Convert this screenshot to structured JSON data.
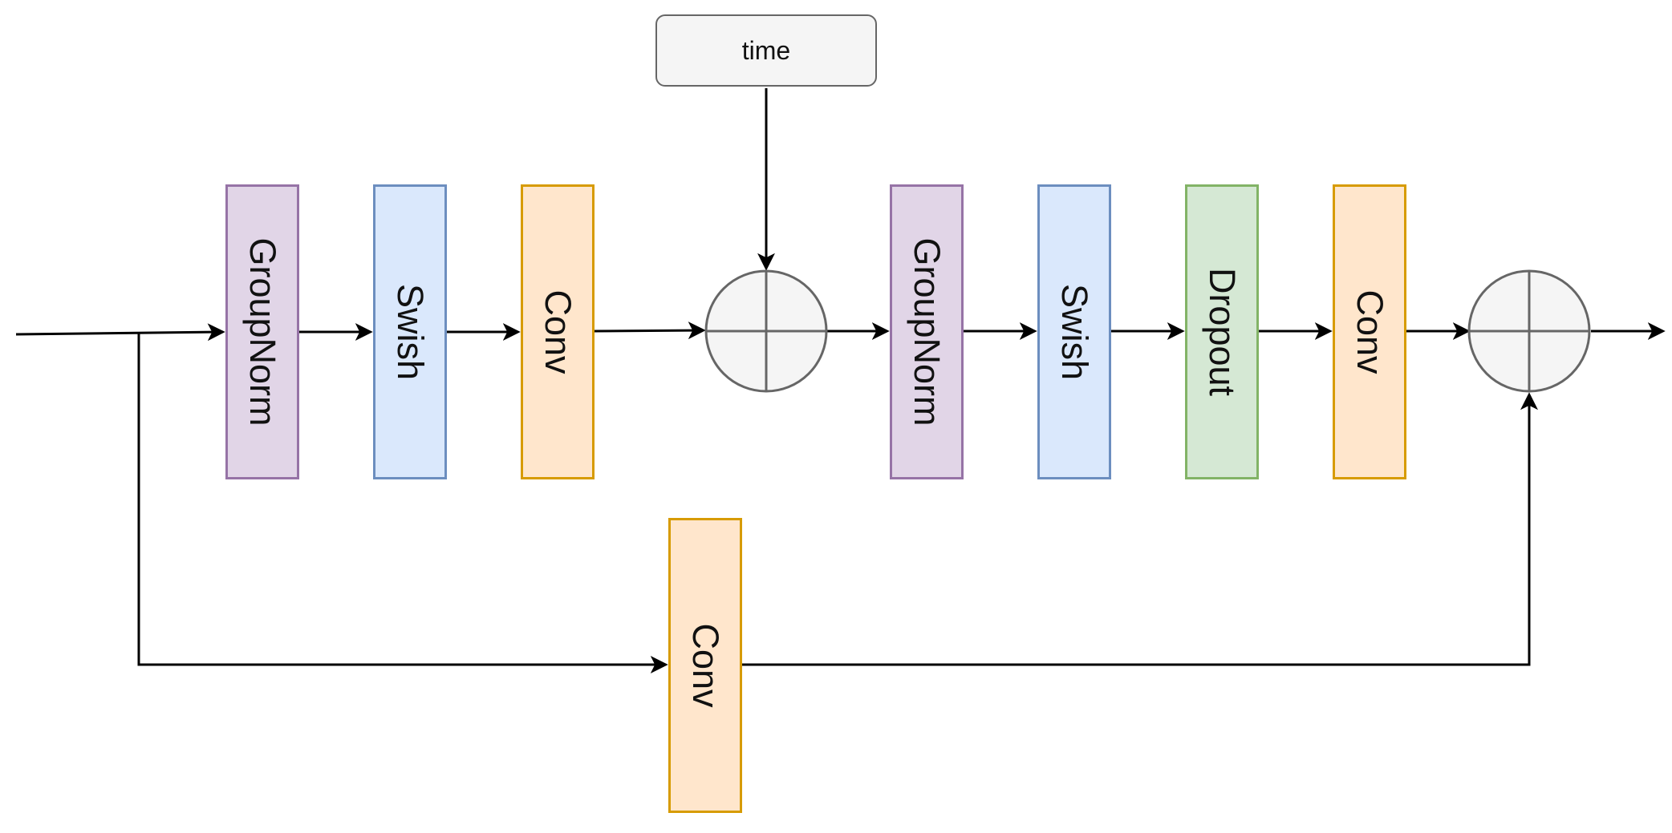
{
  "time_node": {
    "label": "time"
  },
  "main_path": [
    {
      "id": "groupnorm-1",
      "label": "GroupNorm",
      "color_fill": "#e1d5e7",
      "color_stroke": "#9673a6"
    },
    {
      "id": "swish-1",
      "label": "Swish",
      "color_fill": "#dae8fc",
      "color_stroke": "#6c8ebf"
    },
    {
      "id": "conv-1",
      "label": "Conv",
      "color_fill": "#ffe6cc",
      "color_stroke": "#d79b00"
    },
    {
      "id": "groupnorm-2",
      "label": "GroupNorm",
      "color_fill": "#e1d5e7",
      "color_stroke": "#9673a6"
    },
    {
      "id": "swish-2",
      "label": "Swish",
      "color_fill": "#dae8fc",
      "color_stroke": "#6c8ebf"
    },
    {
      "id": "dropout",
      "label": "Dropout",
      "color_fill": "#d5e8d4",
      "color_stroke": "#82b366"
    },
    {
      "id": "conv-2",
      "label": "Conv",
      "color_fill": "#ffe6cc",
      "color_stroke": "#d79b00"
    }
  ],
  "skip_path": [
    {
      "id": "conv-skip",
      "label": "Conv",
      "color_fill": "#ffe6cc",
      "color_stroke": "#d79b00"
    }
  ],
  "operators": [
    {
      "id": "add-time",
      "icon": "circle-plus-icon"
    },
    {
      "id": "add-residual",
      "icon": "circle-plus-icon"
    }
  ]
}
